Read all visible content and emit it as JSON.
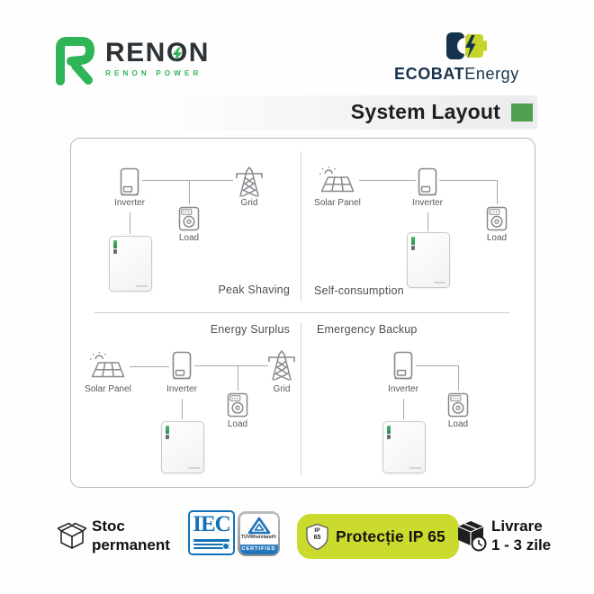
{
  "colors": {
    "green_square": "#4f9e52",
    "renon_green": "#2fb457",
    "navy": "#16324c",
    "ecobat_lime": "#c6d42b",
    "lime": "#cbdb2d",
    "iec_blue": "#1173b6",
    "tuv_blue": "#1d71b8",
    "line_gray": "#a7abae",
    "icon_gray": "#85898d",
    "panel_border": "#b4b7b9"
  },
  "header": {
    "renon": {
      "name_pre": "REN",
      "name_o": "O",
      "name_post": "N",
      "tagline": "RENON POWER"
    },
    "ecobat": {
      "bold": "ECOBAT",
      "regular": "Energy"
    }
  },
  "title": {
    "text": "System Layout"
  },
  "diagram": {
    "peak_shaving": {
      "caption": "Peak Shaving",
      "inverter": "Inverter",
      "grid": "Grid",
      "load": "Load"
    },
    "self_consumption": {
      "caption": "Self-consumption",
      "solar_panel": "Solar Panel",
      "inverter": "Inverter",
      "load": "Load"
    },
    "energy_surplus": {
      "caption": "Energy Surplus",
      "solar_panel": "Solar Panel",
      "inverter": "Inverter",
      "grid": "Grid",
      "load": "Load"
    },
    "emergency_backup": {
      "caption": "Emergency Backup",
      "inverter": "Inverter",
      "load": "Load"
    }
  },
  "footer": {
    "stock": {
      "line1": "Stoc",
      "line2": "permanent"
    },
    "iec": {
      "label": "IEC"
    },
    "tuv": {
      "brand": "TÜVRheinland®",
      "certified": "CERTIFIED"
    },
    "protection": {
      "shield_line1": "IP",
      "shield_line2": "65",
      "label": "Protecție IP 65"
    },
    "delivery": {
      "line1": "Livrare",
      "line2": "1 - 3 zile"
    }
  }
}
